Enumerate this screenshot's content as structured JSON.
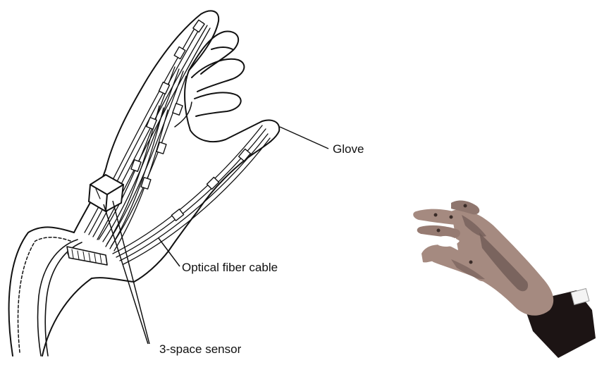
{
  "labels": {
    "glove": "Glove",
    "optical_fiber_cable": "Optical fiber cable",
    "sensor": "3-space sensor"
  },
  "colors": {
    "ink": "#111111",
    "glove_skin": "#a58a80",
    "glove_shadow": "#6f5a55",
    "cuff": "#1c1414"
  }
}
